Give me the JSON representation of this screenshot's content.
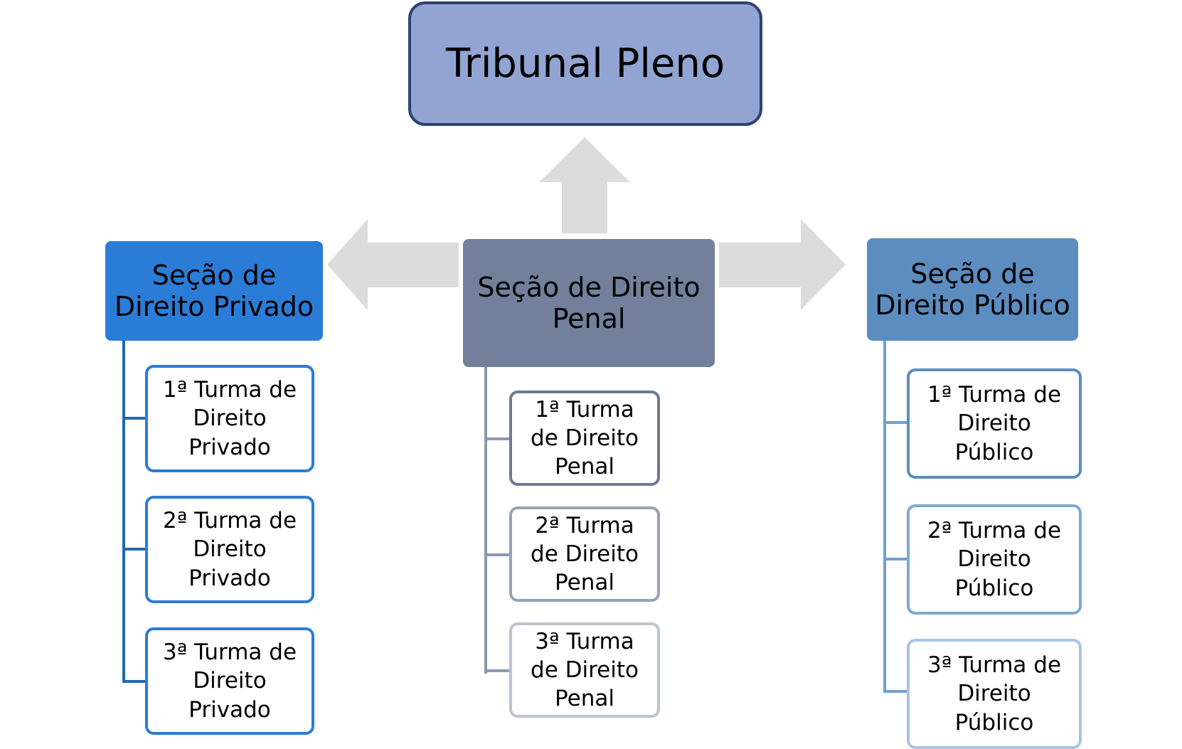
{
  "colors": {
    "tribunal_fill": "#92A4D2",
    "tribunal_border": "#2F4170",
    "privado": "#2B7CD6",
    "penal": "#72809B",
    "publico": "#5B8DC1",
    "arrow": "#DCDCDC"
  },
  "tribunal": {
    "label": "Tribunal Pleno"
  },
  "privado": {
    "label": "Seção de Direito Privado",
    "turmas": [
      "1ª Turma de Direito Privado",
      "2ª Turma de Direito Privado",
      "3ª Turma de Direito Privado"
    ]
  },
  "penal": {
    "label": "Seção de Direito Penal",
    "turmas": [
      "1ª Turma de Direito Penal",
      "2ª Turma de Direito Penal",
      "3ª Turma de Direito Penal"
    ]
  },
  "publico": {
    "label": "Seção de Direito Público",
    "turmas": [
      "1ª Turma de Direito Público",
      "2ª Turma de Direito Público",
      "3ª Turma de Direito Público"
    ]
  }
}
